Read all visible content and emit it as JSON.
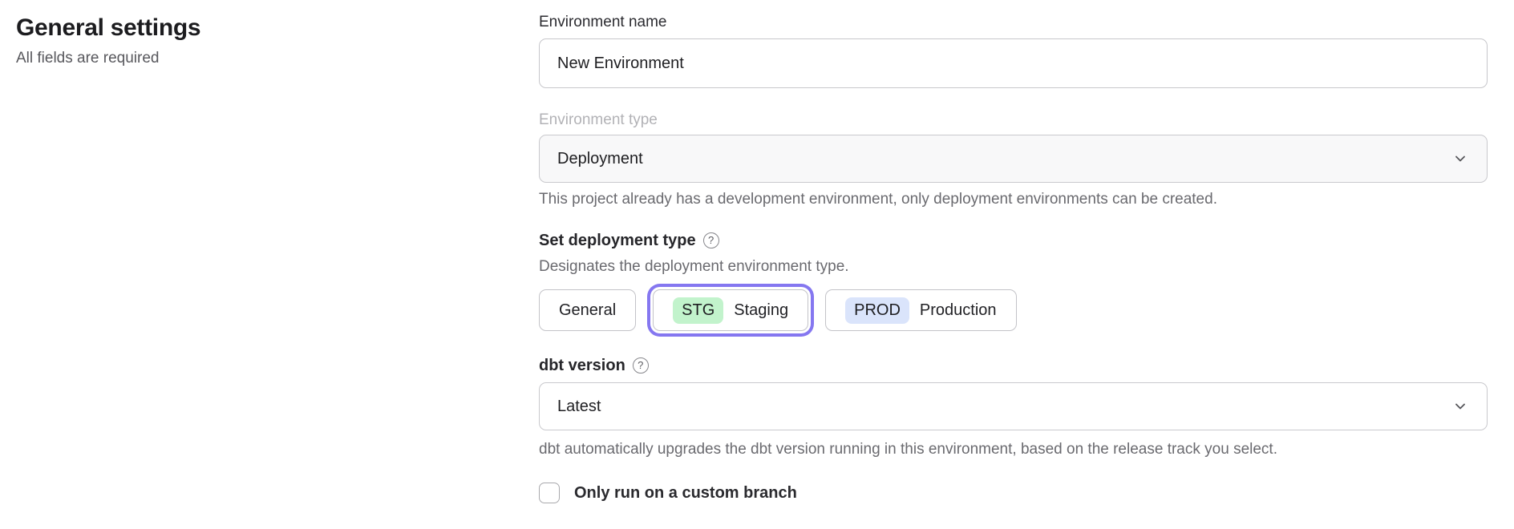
{
  "page": {
    "title": "General settings",
    "subtitle": "All fields are required"
  },
  "form": {
    "environment_name": {
      "label": "Environment name",
      "value": "New Environment"
    },
    "environment_type": {
      "label": "Environment type",
      "value": "Deployment",
      "disabled": true,
      "helper": "This project already has a development environment, only deployment environments can be created."
    },
    "deployment_type": {
      "heading": "Set deployment type",
      "description": "Designates the deployment environment type.",
      "options": [
        {
          "label": "General",
          "badge": "",
          "selected": false
        },
        {
          "label": "Staging",
          "badge": "STG",
          "selected": true
        },
        {
          "label": "Production",
          "badge": "PROD",
          "selected": false
        }
      ]
    },
    "dbt_version": {
      "heading": "dbt version",
      "value": "Latest",
      "helper": "dbt automatically upgrades the dbt version running in this environment, based on the release track you select."
    },
    "custom_branch": {
      "label": "Only run on a custom branch",
      "checked": false
    }
  },
  "icons": {
    "help_glyph": "?"
  },
  "colors": {
    "selected_ring": "#8577f0",
    "badge_staging_bg": "#c2f3cc",
    "badge_production_bg": "#dae4fb",
    "disabled_field_bg": "#f8f8f9",
    "border": "#c7c7cb",
    "muted_text": "#6a6a6f"
  }
}
